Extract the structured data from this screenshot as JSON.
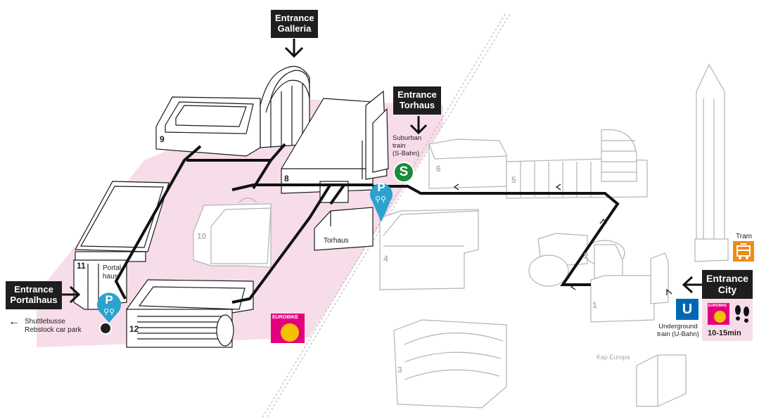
{
  "entrances": {
    "galleria": "Entrance\nGalleria",
    "torhaus": "Entrance\nTorhaus",
    "portalhaus": "Entrance\nPortalhaus",
    "city": "Entrance\nCity"
  },
  "buildings": {
    "b1": "1",
    "b2": "2",
    "b3": "3",
    "b4": "4",
    "b5": "5",
    "b6": "6",
    "b8": "8",
    "b9": "9",
    "b10": "10",
    "b11": "11",
    "b12": "12",
    "torhaus": "Torhaus",
    "portalhaus": "Portal-\nhaus"
  },
  "transport": {
    "suburban": "Suburban\ntrain\n(S-Bahn)",
    "s_letter": "S",
    "underground": "Underground\ntrain (U-Bahn)",
    "u_letter": "U",
    "tram": "Tram",
    "walk_time": "10-15min",
    "parking_letter": "P",
    "shuttle": "Shuttlebusse\nRebstock car park",
    "shuttle_arrow": "←",
    "kap_europa": "Kap Europa",
    "eurobike": "EUROBIKE"
  },
  "colors": {
    "pink": "#f7dde9",
    "path": "#111111",
    "label_bg": "#1e1e1e",
    "parking_blue": "#2aa3cf",
    "sbahn_green": "#1a8a3c",
    "ubahn_blue": "#0067b3",
    "tram_orange": "#f08a1c",
    "eurobike_magenta": "#e5007d",
    "eurobike_yellow": "#f2c200"
  }
}
